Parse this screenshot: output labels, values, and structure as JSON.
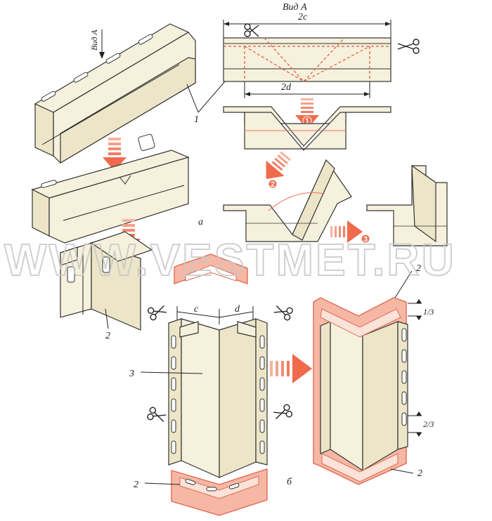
{
  "labels": {
    "view_a_vertical": "Вид А",
    "view_a_top": "Вид А",
    "dim_2c": "2c",
    "dim_2d": "2d",
    "dim_c": "c",
    "dim_d": "d",
    "part_1": "1",
    "part_2_left": "2",
    "part_2_right_top": "2",
    "part_2_right_bottom": "2",
    "part_2_bottom": "2",
    "part_3": "3",
    "fig_a": "а",
    "fig_b": "б",
    "frac_1_3": "1/3",
    "frac_2_3": "2/3",
    "step_1": "1",
    "step_2": "2",
    "step_3": "3",
    "watermark": "WWW.VESTMET.RU"
  },
  "colors": {
    "panel": "#f6f1dc",
    "outline": "#333333",
    "accent_red": "#e8735a",
    "arrow_red": "#ef7a5e"
  }
}
